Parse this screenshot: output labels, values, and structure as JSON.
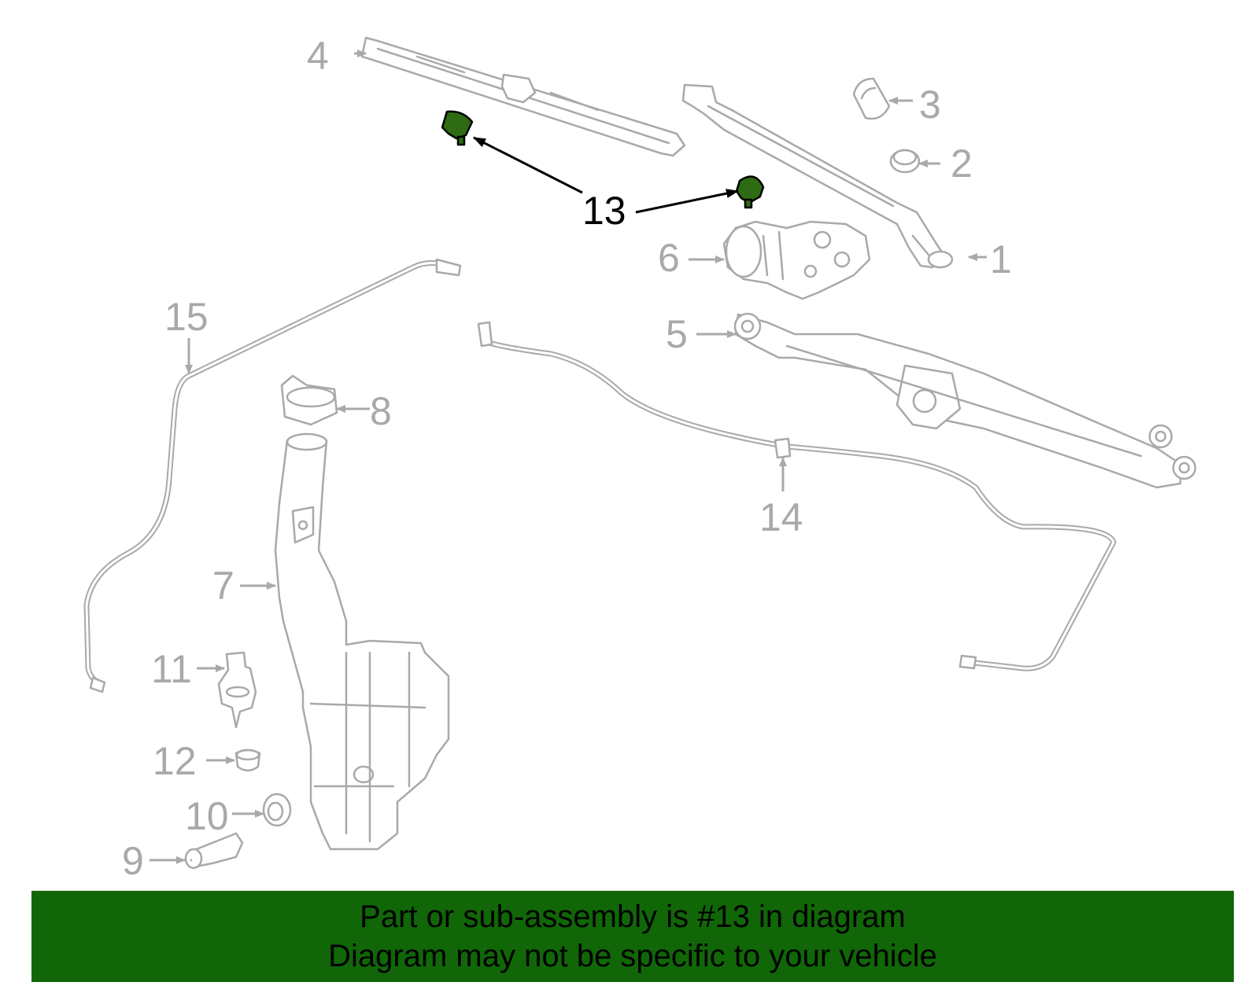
{
  "callouts": {
    "c1": "1",
    "c2": "2",
    "c3": "3",
    "c4": "4",
    "c5": "5",
    "c6": "6",
    "c7": "7",
    "c8": "8",
    "c9": "9",
    "c10": "10",
    "c11": "11",
    "c12": "12",
    "c13": "13",
    "c14": "14",
    "c15": "15"
  },
  "highlighted_part": "13",
  "colors": {
    "part_outline": "#a9a9a9",
    "highlight_fill": "#2e6b14",
    "banner_background": "#116608",
    "banner_text": "#000000"
  },
  "banner": {
    "line1": "Part or sub-assembly is #13 in diagram",
    "line2": "Diagram may not be specific to your vehicle"
  }
}
